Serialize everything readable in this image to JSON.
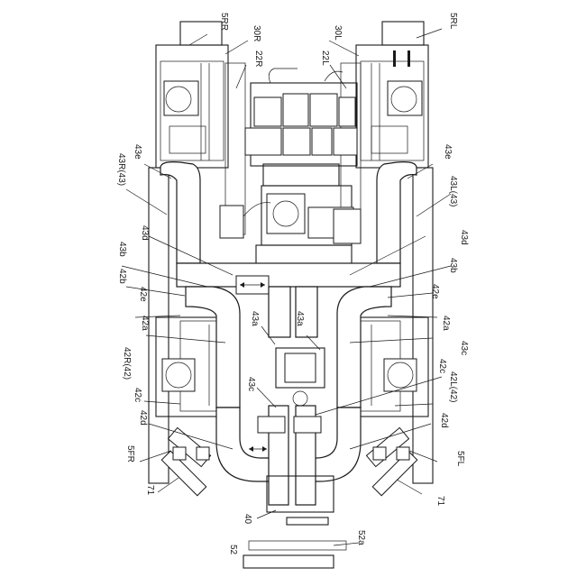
{
  "labels": {
    "rr": "5RR",
    "r30": "30R",
    "l30": "30L",
    "rl": "5RL",
    "r22": "22R",
    "l22": "22L",
    "e43_left": "43e",
    "e43_right": "43e",
    "r43": "43R(43)",
    "l43": "43L(43)",
    "d43_left": "43d",
    "d43_right": "43d",
    "b43_left": "43b",
    "b43_right": "43b",
    "b42_left": "42b",
    "e42_left": "42e",
    "e42_right": "42e",
    "a42_left": "42a",
    "a42_right": "42a",
    "a43_left": "43a",
    "a43_mid": "43a",
    "r42": "42R(42)",
    "l42": "42L(42)",
    "c42_left": "42c",
    "c42_right": "42c",
    "c43_left": "43c",
    "c43_right": "43c",
    "d42_left": "42d",
    "d42_right": "42d",
    "fr": "5FR",
    "fl": "5FL",
    "n71_left": "71",
    "n71_right": "71",
    "n40": "40",
    "n52a": "52a",
    "n52": "52"
  }
}
